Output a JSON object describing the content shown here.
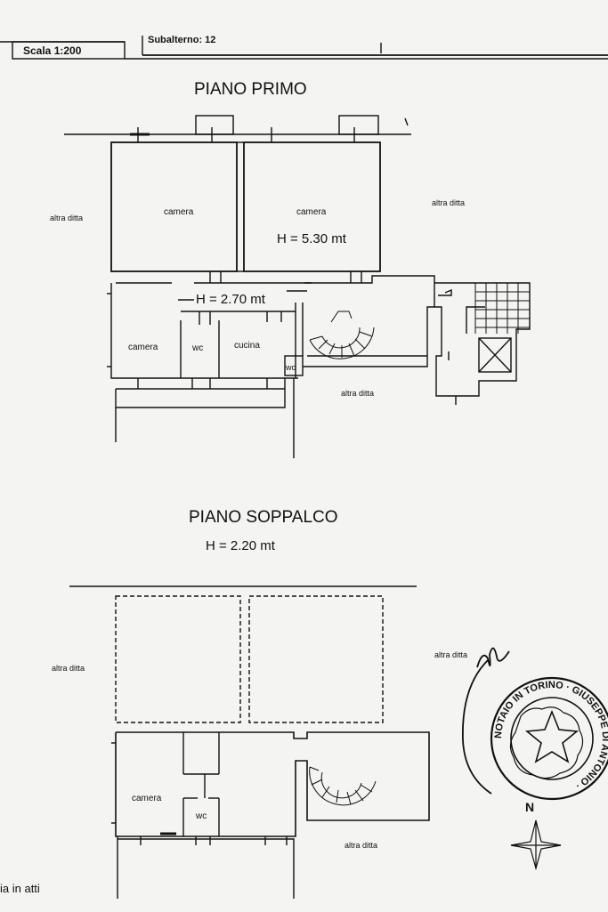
{
  "header": {
    "scale_label": "Scala 1:200",
    "subalterno_label": "Subalterno: 12"
  },
  "piano_primo": {
    "title": "PIANO PRIMO",
    "rooms": {
      "camera_left": "camera",
      "camera_right": "camera",
      "camera_bottom": "camera",
      "wc": "wc",
      "cucina": "cucina",
      "wc_small": "wc"
    },
    "height_main": "H = 5.30 mt",
    "height_low": "H = 2.70 mt",
    "altra_ditta": "altra ditta"
  },
  "piano_soppalco": {
    "title": "PIANO SOPPALCO",
    "height": "H = 2.20 mt",
    "rooms": {
      "camera": "camera",
      "wc": "wc"
    },
    "altra_ditta": "altra ditta"
  },
  "stamp": {
    "ring_text": "NOTAIO IN TORINO · GIUSEPPE DI ANTONIO ·",
    "compass_letter": "N"
  },
  "footer": {
    "note": "ia in atti"
  },
  "colors": {
    "paper": "#f4f4f2",
    "ink": "#111111"
  }
}
